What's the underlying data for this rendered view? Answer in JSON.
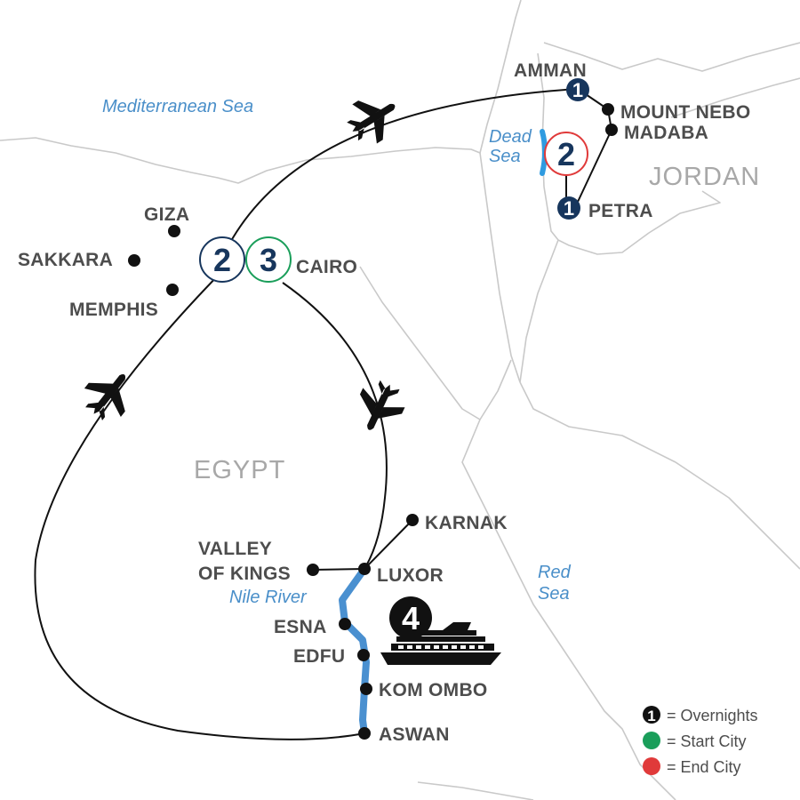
{
  "colors": {
    "route": "#111111",
    "border": "#c9c9c9",
    "water": "#4a90d0",
    "marker": "#111111",
    "overnight_badge": "#17365d",
    "start_city": "#1a9e5a",
    "end_city": "#e03a3a",
    "city_label": "#4d4d4d",
    "country_label": "#a8a8a8"
  },
  "countries": {
    "egypt": "EGYPT",
    "jordan": "JORDAN"
  },
  "water_bodies": {
    "mediterranean": "Mediterranean Sea",
    "dead_sea_line1": "Dead",
    "dead_sea_line2": "Sea",
    "red_sea_line1": "Red",
    "red_sea_line2": "Sea",
    "nile": "Nile River"
  },
  "cities": {
    "amman": "AMMAN",
    "mount_nebo": "MOUNT NEBO",
    "madaba": "MADABA",
    "petra": "PETRA",
    "giza": "GIZA",
    "sakkara": "SAKKARA",
    "memphis": "MEMPHIS",
    "cairo": "CAIRO",
    "karnak": "KARNAK",
    "valley_line1": "VALLEY",
    "valley_line2": "OF KINGS",
    "luxor": "LUXOR",
    "esna": "ESNA",
    "edfu": "EDFU",
    "kom_ombo": "KOM OMBO",
    "aswan": "ASWAN"
  },
  "overnights": {
    "amman": "1",
    "dead_sea": "2",
    "petra": "1",
    "cairo_start": "2",
    "cairo_end": "3",
    "nile_cruise": "4"
  },
  "legend": {
    "badge_number": "1",
    "overnights": "= Overnights",
    "start_city": "= Start City",
    "end_city": "= End City"
  }
}
